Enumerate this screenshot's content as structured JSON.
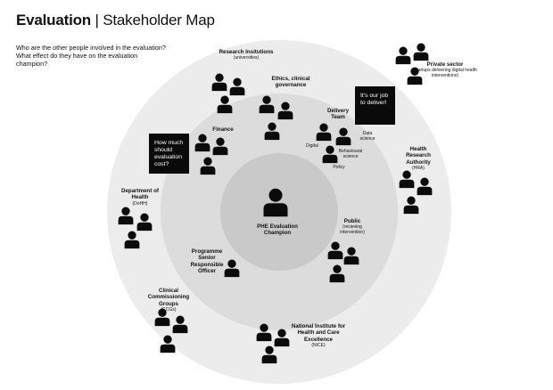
{
  "header": {
    "title_bold": "Evaluation",
    "title_sep": " | ",
    "title_rest": "Stakeholder Map"
  },
  "question": "Who are the other people involved in the evaluation? What effect do they have on the evaluation champion?",
  "center": {
    "name": "PHE Evaluation Champion"
  },
  "callouts": {
    "cost": "How much should evaluation cost?",
    "delivery_job": "It's our job to deliver!"
  },
  "stakeholders": {
    "research_institutions": {
      "name": "Research Insitutions",
      "sub": "(universities)"
    },
    "ethics": {
      "name": "Ethics, clinical governance"
    },
    "delivery_team": {
      "name": "Delivery Team"
    },
    "private_sector": {
      "name": "Private sector",
      "sub": "(startups delivering digital health interventions)"
    },
    "finance": {
      "name": "Finance"
    },
    "hra": {
      "name": "Health Research Authority",
      "sub": "(HRA)"
    },
    "dohh": {
      "name": "Department of Health",
      "sub": "(DoHH)"
    },
    "public": {
      "name": "Public",
      "sub": "(recieving intervention)"
    },
    "programme_officer": {
      "name": "Programme Senior Responsible Officer"
    },
    "ccgs": {
      "name": "Clinical Commissioning Groups",
      "sub": "(CCGs)"
    },
    "nice": {
      "name": "National Institute for Health and Care Excellence",
      "sub": "(NICE)"
    }
  },
  "delivery_roles": {
    "digital": "Digital",
    "data_science": "Data science",
    "behavioural": "Behavioural science",
    "policy": "Policy"
  },
  "colors": {
    "outer_ring": "#ececec",
    "middle_ring": "#dcdcdc",
    "inner_circle": "#c9c9c9",
    "person": "#0b0b0b",
    "box": "#0a0a0a"
  }
}
